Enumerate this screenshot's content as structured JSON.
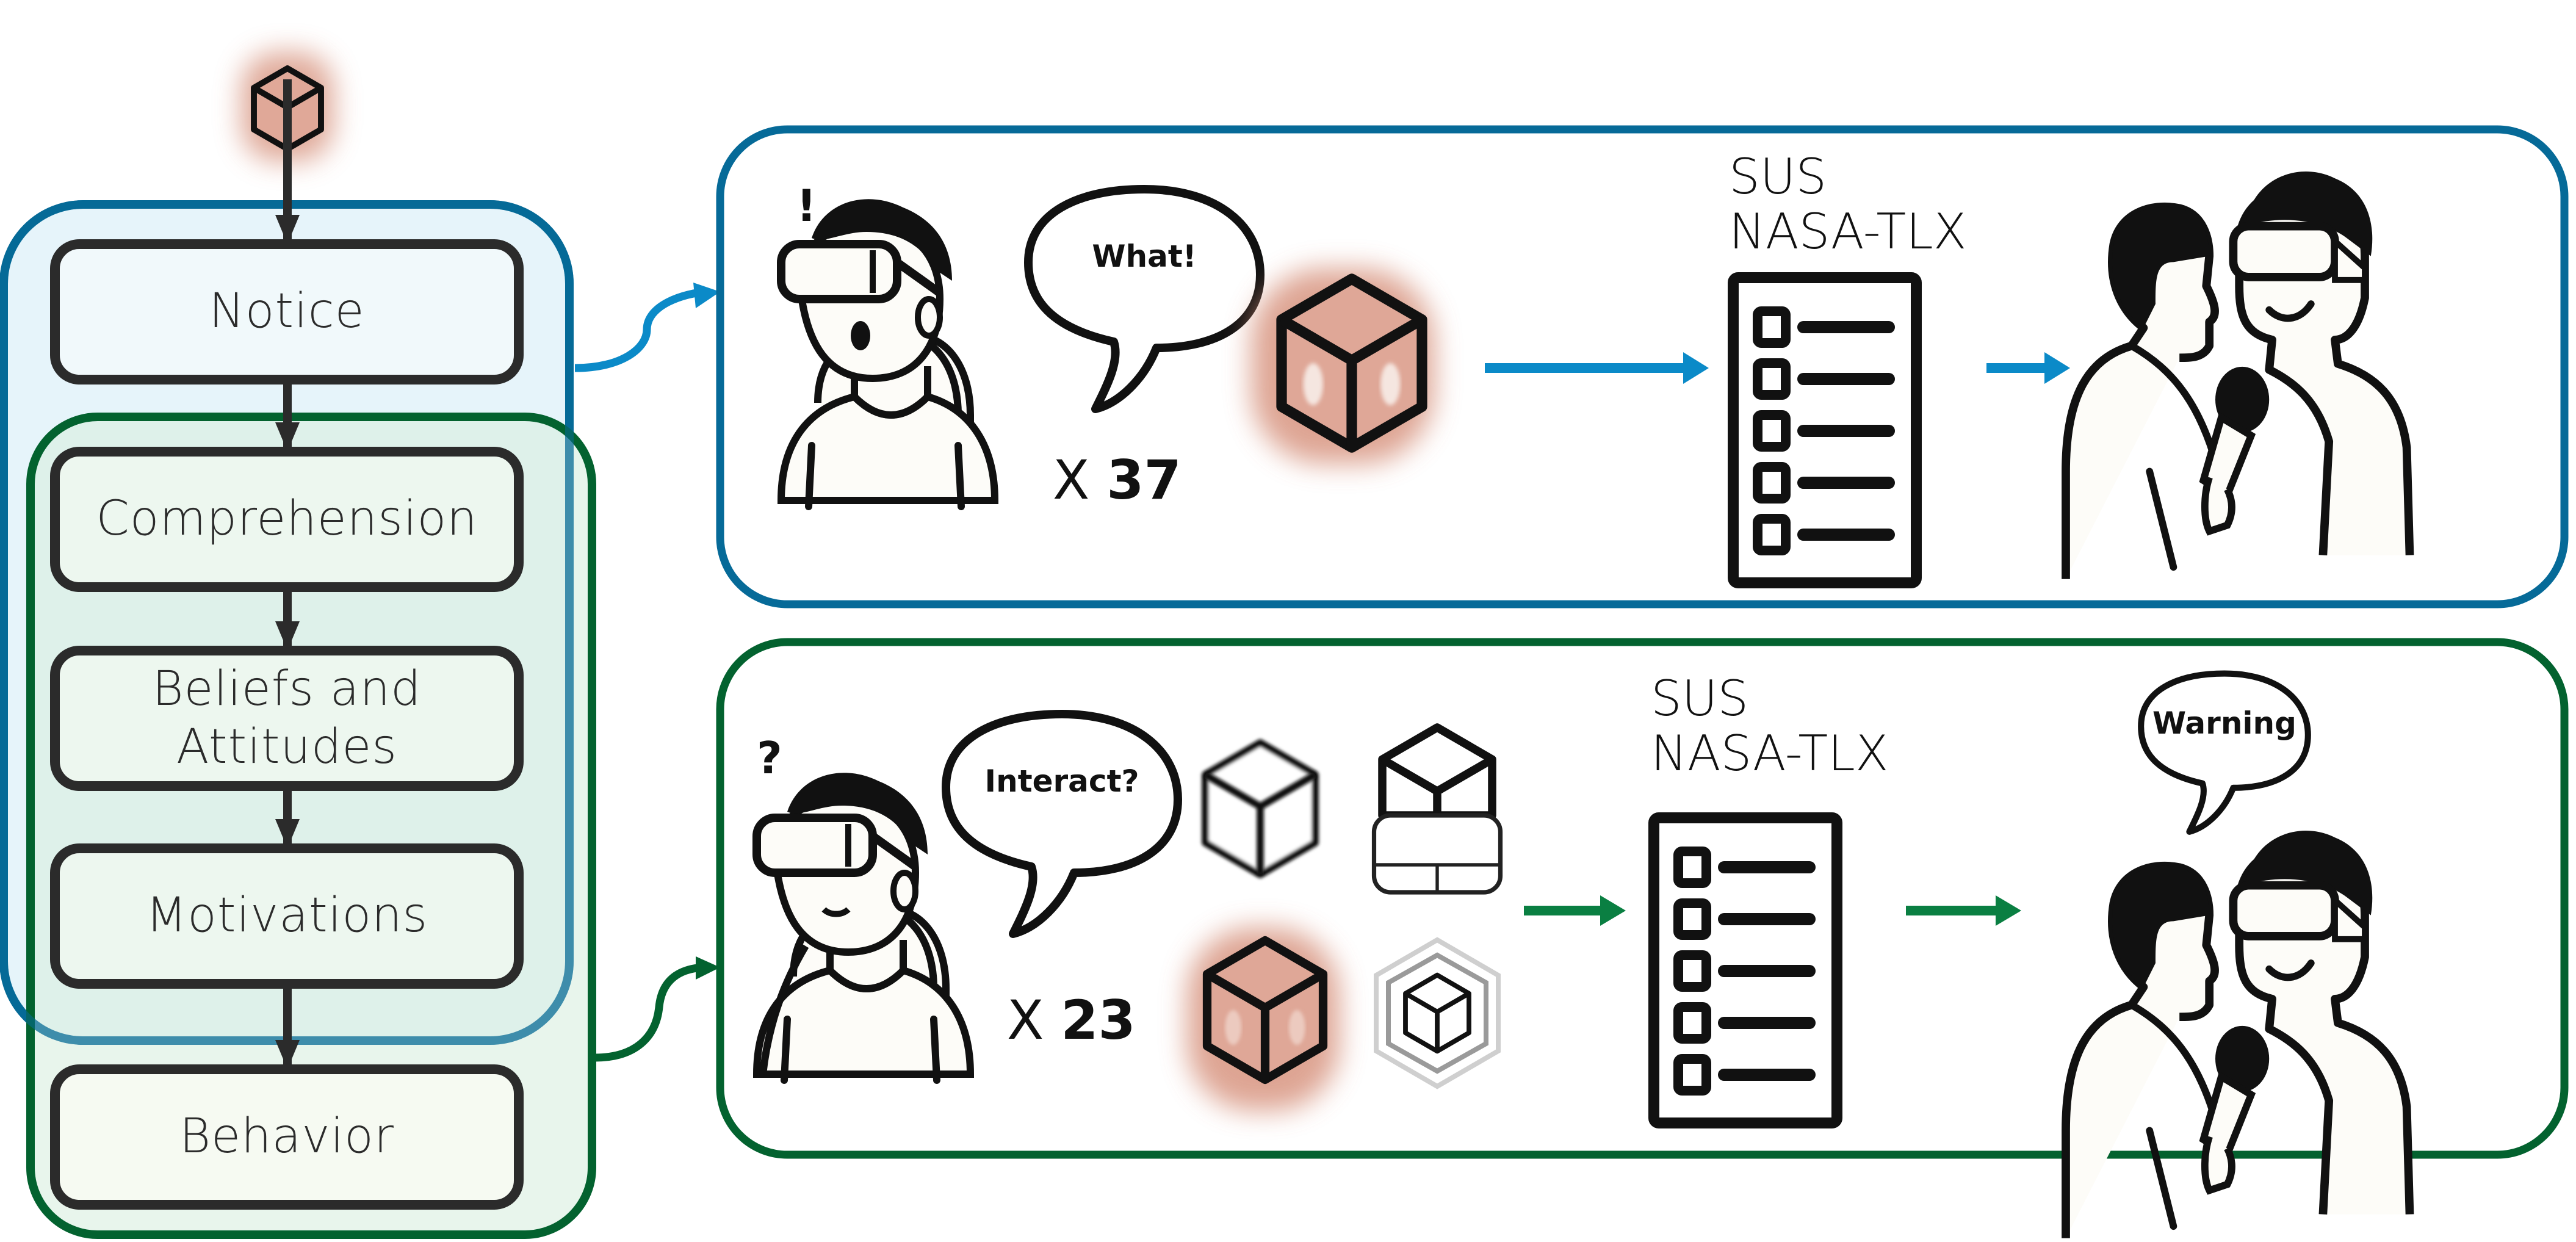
{
  "figure": {
    "top_stimulus_icon": "glowing-cube-icon",
    "stages": [
      {
        "id": "notice",
        "label": "Notice"
      },
      {
        "id": "comprehension",
        "label": "Comprehension"
      },
      {
        "id": "beliefs",
        "label": "Beliefs and Attitudes"
      },
      {
        "id": "motivations",
        "label": "Motivations"
      },
      {
        "id": "behavior",
        "label": "Behavior"
      }
    ],
    "groups": [
      {
        "id": "study1-group",
        "color": "#026a99",
        "fill": "#e6f4fa",
        "covers": [
          "Notice",
          "Comprehension",
          "Beliefs and Attitudes",
          "Motivations"
        ]
      },
      {
        "id": "study2-group",
        "color": "#03622f",
        "fill": "#eef7e8",
        "covers": [
          "Comprehension",
          "Beliefs and Attitudes",
          "Motivations",
          "Behavior"
        ]
      }
    ]
  },
  "study1": {
    "accent": "#0b8ac8",
    "border": "#066a98",
    "alert_mark": "!",
    "speech": "What!",
    "participants_prefix": "X",
    "participants_count": "37",
    "stimuli": [
      "glowing-cube-icon"
    ],
    "surveys": [
      "SUS",
      "NASA-TLX"
    ],
    "checklist_items": 5,
    "final_step": "interview-icon"
  },
  "study2": {
    "accent": "#0a7f42",
    "border": "#03622f",
    "alert_mark": "?",
    "speech": "Interact?",
    "participants_prefix": "X",
    "participants_count": "23",
    "stimuli": [
      "outline-cube-icon",
      "cube-with-panel-icon",
      "glowing-cube-icon",
      "nested-hexagon-cube-icon"
    ],
    "surveys": [
      "SUS",
      "NASA-TLX"
    ],
    "checklist_items": 5,
    "interview_speech": "Warning",
    "final_step": "interview-icon"
  }
}
